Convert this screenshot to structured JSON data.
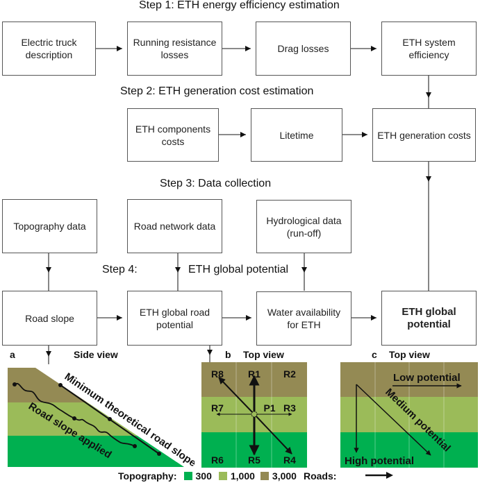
{
  "colors": {
    "topo_300": "#00b050",
    "topo_1000": "#9bbb59",
    "topo_3000": "#948a54",
    "box_border": "#555555",
    "line": "#444444"
  },
  "steps": {
    "step1": "Step 1: ETH energy efficiency estimation",
    "step2": "Step 2: ETH generation cost estimation",
    "step3": "Step 3: Data collection",
    "step4_prefix": "Step 4:",
    "step4_title": "ETH global potential"
  },
  "row1": [
    {
      "label": "Electric truck description"
    },
    {
      "label": "Running resistance losses"
    },
    {
      "label": "Drag losses"
    },
    {
      "label": "ETH system efficiency"
    }
  ],
  "row2": [
    {
      "label": "ETH components costs"
    },
    {
      "label": "Litetime"
    },
    {
      "label": "ETH generation costs"
    }
  ],
  "row3": [
    {
      "label": "Topography data"
    },
    {
      "label": "Road network data"
    },
    {
      "label": "Hydrological data (run-off)"
    }
  ],
  "row4": [
    {
      "label": "Road slope"
    },
    {
      "label": "ETH global road potential"
    },
    {
      "label": "Water availability for ETH"
    },
    {
      "label": "ETH global potential"
    }
  ],
  "panel_a": {
    "letter": "a",
    "title": "Side view",
    "min_slope_label": "Minimum theoretical road slope",
    "applied_label": "Road slope applied"
  },
  "panel_b": {
    "letter": "b",
    "title": "Top view",
    "cells": {
      "R8": "R8",
      "R1": "R1",
      "R2": "R2",
      "R7": "R7",
      "P1": "P1",
      "R3": "R3",
      "R6": "R6",
      "R5": "R5",
      "R4": "R4"
    }
  },
  "panel_c": {
    "letter": "c",
    "title": "Top view",
    "low": "Low potential",
    "medium": "Medium potential",
    "high": "High potential"
  },
  "legend": {
    "topography_label": "Topography:",
    "items": [
      {
        "label": "300",
        "color_key": "topo_300"
      },
      {
        "label": "1,000",
        "color_key": "topo_1000"
      },
      {
        "label": "3,000",
        "color_key": "topo_3000"
      }
    ],
    "roads_label": "Roads:"
  }
}
